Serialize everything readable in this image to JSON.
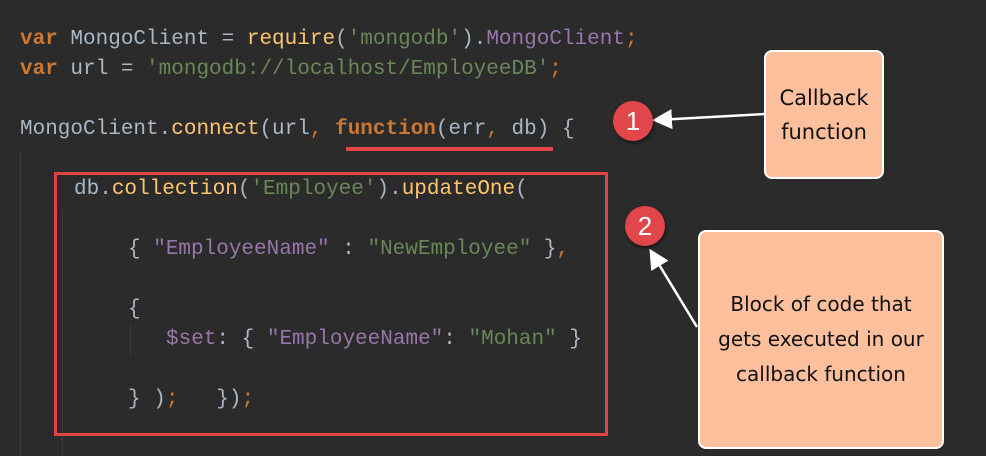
{
  "editor": {
    "background": "#2b2b2b",
    "lines": [
      {
        "id": "l1",
        "tokens": [
          {
            "t": "var",
            "c": "kw"
          },
          {
            "t": " MongoClient = ",
            "c": "plain"
          },
          {
            "t": "require",
            "c": "fn"
          },
          {
            "t": "(",
            "c": "plain"
          },
          {
            "t": "'mongodb'",
            "c": "str"
          },
          {
            "t": ").",
            "c": "plain"
          },
          {
            "t": "MongoClient",
            "c": "prop"
          },
          {
            "t": ";",
            "c": "punc"
          }
        ]
      },
      {
        "id": "l2",
        "tokens": [
          {
            "t": "var",
            "c": "kw"
          },
          {
            "t": " url = ",
            "c": "plain"
          },
          {
            "t": "'mongodb://localhost/EmployeeDB'",
            "c": "str"
          },
          {
            "t": ";",
            "c": "punc"
          }
        ]
      },
      {
        "id": "l4",
        "tokens": [
          {
            "t": "MongoClient.",
            "c": "plain"
          },
          {
            "t": "connect",
            "c": "fn"
          },
          {
            "t": "(url",
            "c": "plain"
          },
          {
            "t": ",",
            "c": "punc"
          },
          {
            "t": " ",
            "c": "plain"
          },
          {
            "t": "function",
            "c": "kw"
          },
          {
            "t": "(err",
            "c": "plain"
          },
          {
            "t": ",",
            "c": "punc"
          },
          {
            "t": " db) {",
            "c": "plain"
          }
        ]
      },
      {
        "id": "l5",
        "tokens": [
          {
            "t": "db.",
            "c": "plain"
          },
          {
            "t": "collection",
            "c": "fn"
          },
          {
            "t": "(",
            "c": "plain"
          },
          {
            "t": "'Employee'",
            "c": "str"
          },
          {
            "t": ").",
            "c": "plain"
          },
          {
            "t": "updateOne",
            "c": "fn"
          },
          {
            "t": "(",
            "c": "plain"
          }
        ]
      },
      {
        "id": "l7",
        "tokens": [
          {
            "t": "{ ",
            "c": "plain"
          },
          {
            "t": "\"EmployeeName\"",
            "c": "prop"
          },
          {
            "t": " : ",
            "c": "plain"
          },
          {
            "t": "\"NewEmployee\"",
            "c": "str"
          },
          {
            "t": " }",
            "c": "plain"
          },
          {
            "t": ",",
            "c": "punc"
          }
        ]
      },
      {
        "id": "l9",
        "tokens": [
          {
            "t": "{",
            "c": "plain"
          }
        ]
      },
      {
        "id": "l10",
        "tokens": [
          {
            "t": "$set",
            "c": "prop"
          },
          {
            "t": ": { ",
            "c": "plain"
          },
          {
            "t": "\"EmployeeName\"",
            "c": "prop"
          },
          {
            "t": ": ",
            "c": "plain"
          },
          {
            "t": "\"Mohan\"",
            "c": "str"
          },
          {
            "t": " }",
            "c": "plain"
          }
        ]
      },
      {
        "id": "l12",
        "tokens": [
          {
            "t": "} )",
            "c": "plain"
          },
          {
            "t": ";",
            "c": "punc"
          },
          {
            "t": "   })",
            "c": "plain"
          },
          {
            "t": ";",
            "c": "punc"
          }
        ]
      }
    ]
  },
  "annotations": {
    "badge1": "1",
    "badge2": "2",
    "note1": {
      "line1": "Callback",
      "line2": "function"
    },
    "note2": {
      "line1": "Block of code that",
      "line2": "gets executed in our",
      "line3": "callback function"
    },
    "colors": {
      "highlight_red": "#e04545",
      "note_fill": "#fdbf9c",
      "badge_red": "#e0464a"
    }
  }
}
